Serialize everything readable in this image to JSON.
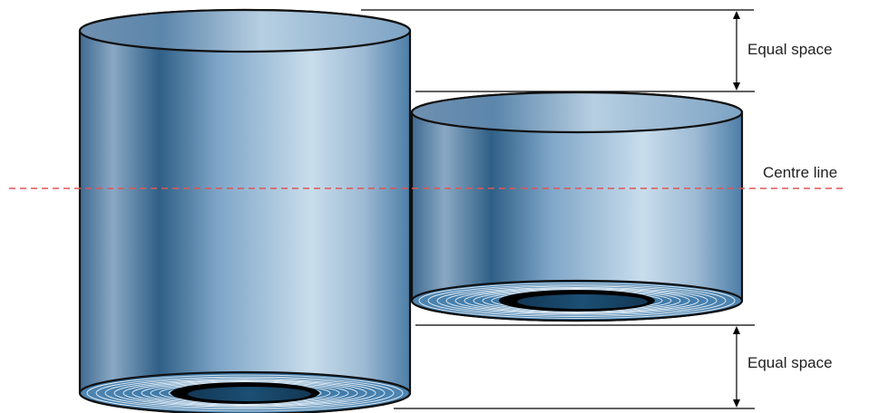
{
  "labels": {
    "top_equal_space": "Equal space",
    "centre_line": "Centre line",
    "bottom_equal_space": "Equal space"
  },
  "colors": {
    "cylinder_dark": "#2f5f86",
    "cylinder_light": "#c9ddec",
    "inner_ring": "#2b6d9b",
    "hole": "#000000",
    "centre_line": "#e05555",
    "guide_line": "#000000"
  }
}
